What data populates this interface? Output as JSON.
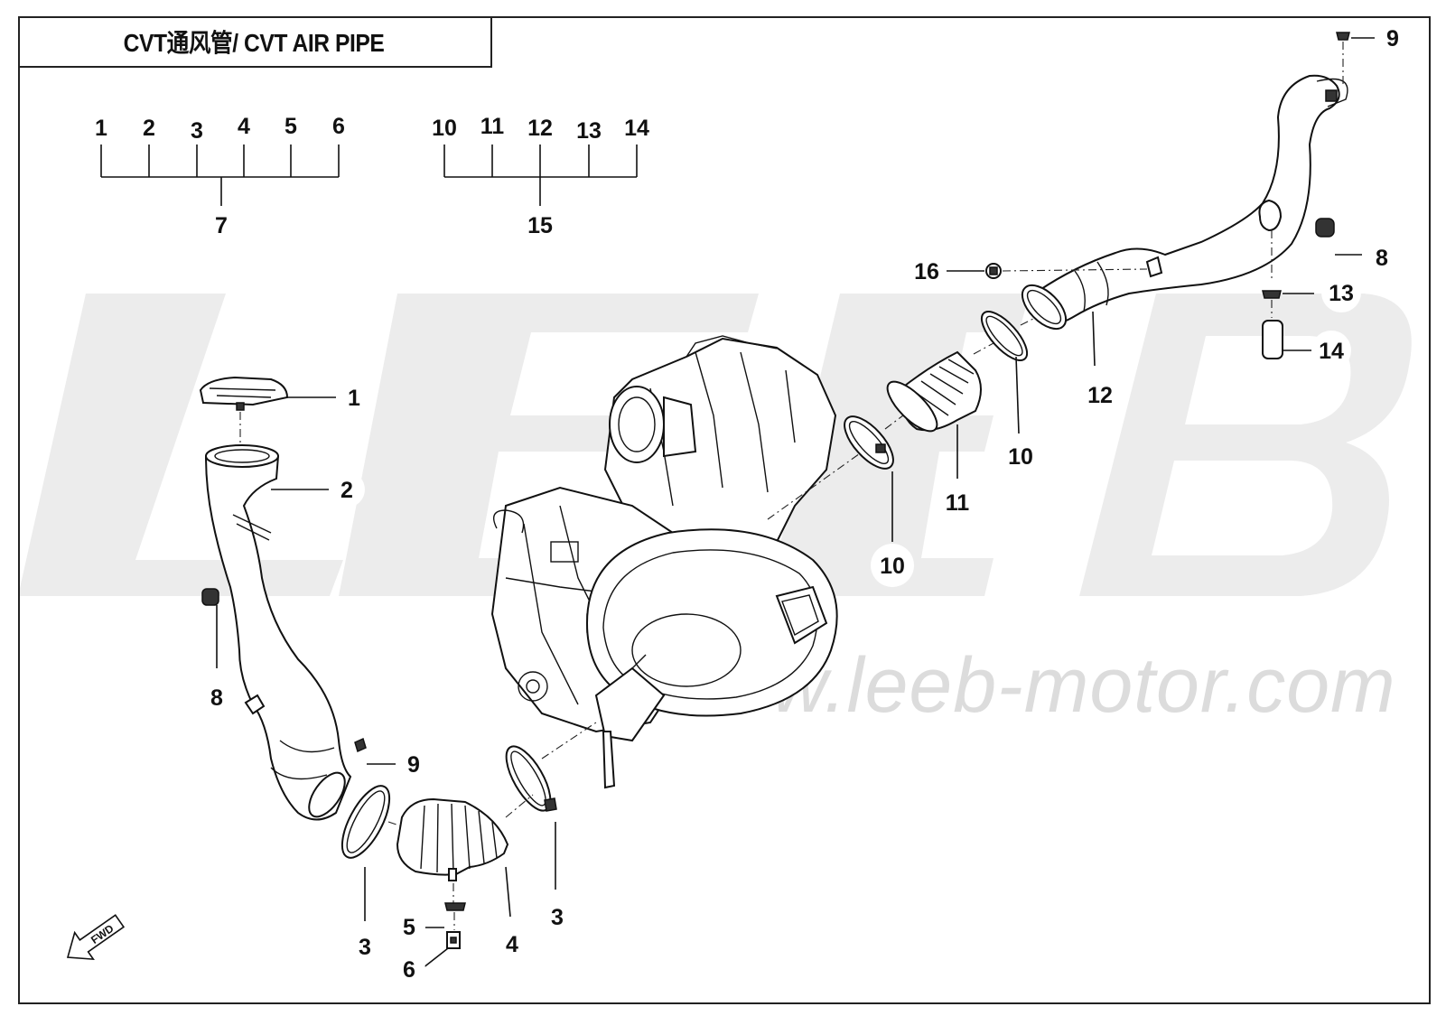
{
  "title": "CVT通风管/ CVT AIR PIPE",
  "watermark": {
    "brand": "LEEB",
    "url": "www.leeb-motor.com"
  },
  "icon": "fwd-arrow-icon",
  "fwd_label": "FWD",
  "group_labels": {
    "top_a": [
      "1",
      "2",
      "3",
      "4",
      "5",
      "6"
    ],
    "top_a_total": "7",
    "top_b": [
      "10",
      "11",
      "12",
      "13",
      "14"
    ],
    "top_b_total": "15"
  },
  "callouts": [
    {
      "id": "c1",
      "label": "1"
    },
    {
      "id": "c2",
      "label": "2"
    },
    {
      "id": "c8a",
      "label": "8"
    },
    {
      "id": "c9a",
      "label": "9"
    },
    {
      "id": "c3a",
      "label": "3"
    },
    {
      "id": "c4",
      "label": "4"
    },
    {
      "id": "c5",
      "label": "5"
    },
    {
      "id": "c6",
      "label": "6"
    },
    {
      "id": "c3b",
      "label": "3"
    },
    {
      "id": "c10a",
      "label": "10"
    },
    {
      "id": "c11",
      "label": "11"
    },
    {
      "id": "c10b",
      "label": "10"
    },
    {
      "id": "c12",
      "label": "12"
    },
    {
      "id": "c16",
      "label": "16"
    },
    {
      "id": "c9b",
      "label": "9"
    },
    {
      "id": "c8b",
      "label": "8"
    },
    {
      "id": "c13",
      "label": "13"
    },
    {
      "id": "c14",
      "label": "14"
    }
  ]
}
